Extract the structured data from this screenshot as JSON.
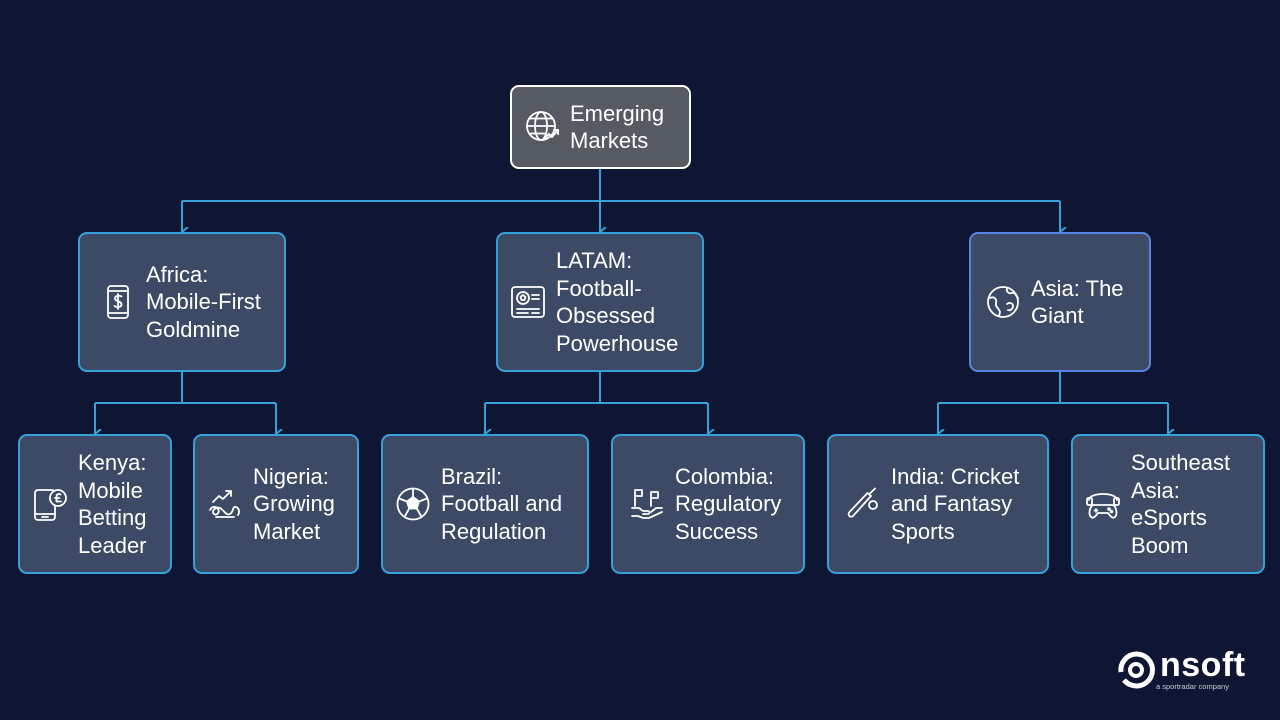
{
  "diagram": {
    "root": {
      "label_line1": "Emerging",
      "label_line2": "Markets",
      "icon": "globe-trend-icon"
    },
    "regions": [
      {
        "label": "Africa: Mobile-First Goldmine",
        "icon": "mobile-dollar-icon"
      },
      {
        "label": "LATAM: Football-Obsessed Powerhouse",
        "icon": "football-screen-icon"
      },
      {
        "label": "Asia: The Giant",
        "icon": "globe-asia-icon"
      }
    ],
    "markets": [
      {
        "label": "Kenya: Mobile Betting Leader",
        "icon": "mobile-pound-icon"
      },
      {
        "label": "Nigeria: Growing Market",
        "icon": "growth-chart-icon"
      },
      {
        "label": "Brazil: Football and Regulation",
        "icon": "football-icon"
      },
      {
        "label": "Colombia: Regulatory Success",
        "icon": "handshake-flags-icon"
      },
      {
        "label": "India: Cricket and Fantasy Sports",
        "icon": "cricket-bat-icon"
      },
      {
        "label": "Southeast Asia: eSports Boom",
        "icon": "gamepad-headset-icon"
      }
    ]
  },
  "brand": {
    "name": "nsoft",
    "tagline": "a sportradar company",
    "logo_icon": "nsoft-logo-icon"
  },
  "colors": {
    "background": "#0f1633",
    "node_fill": "#3d4a66",
    "node_border": "#35a1d9",
    "root_fill": "#555a63",
    "connector": "#35a1d9"
  }
}
